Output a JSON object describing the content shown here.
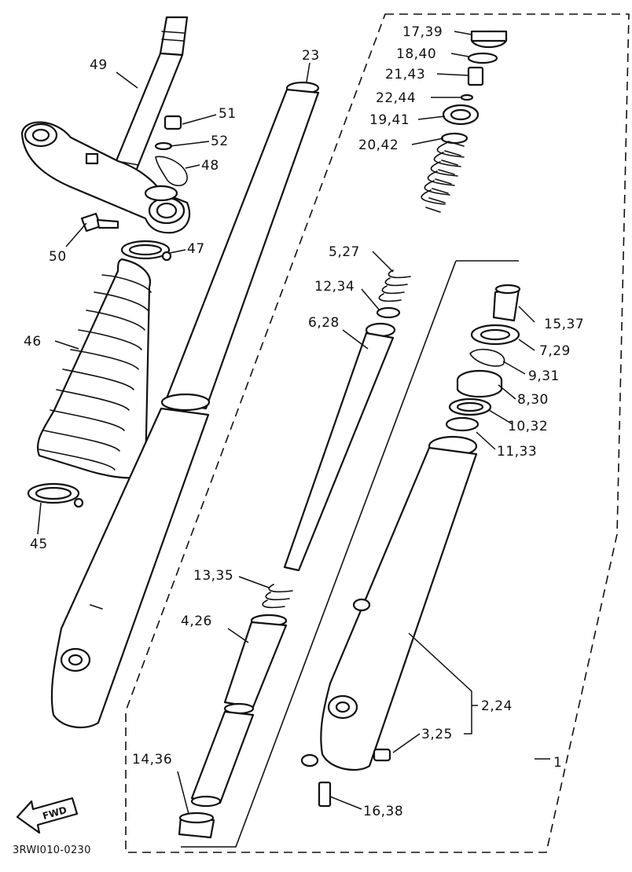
{
  "diagram_code": "3RWI010-0230",
  "fwd_label": "FWD",
  "callouts": {
    "c49": "49",
    "c23": "23",
    "c1739": "17,39",
    "c1840": "18,40",
    "c2143": "21,43",
    "c2244": "22,44",
    "c1941": "19,41",
    "c2042": "20,42",
    "c51": "51",
    "c52": "52",
    "c48": "48",
    "c50": "50",
    "c47": "47",
    "c527": "5,27",
    "c1234": "12,34",
    "c628": "6,28",
    "c46": "46",
    "c1537": "15,37",
    "c729": "7,29",
    "c931": "9,31",
    "c830": "8,30",
    "c1032": "10,32",
    "c1133": "11,33",
    "c45": "45",
    "c1335": "13,35",
    "c426": "4,26",
    "c224": "2,24",
    "c325": "3,25",
    "c1": "1",
    "c1436": "14,36",
    "c1638": "16,38"
  },
  "icons": {
    "fwd": "fwd-arrow-icon"
  }
}
